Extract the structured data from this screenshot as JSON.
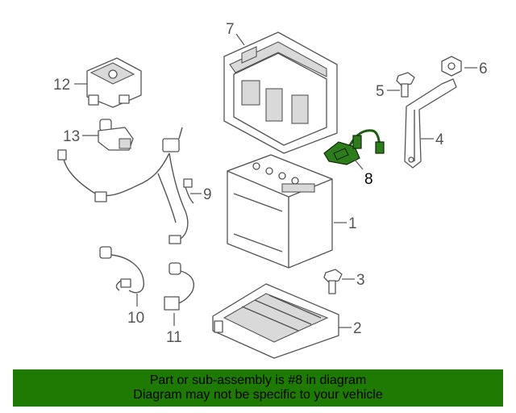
{
  "callouts": {
    "c1": "1",
    "c2": "2",
    "c3": "3",
    "c4": "4",
    "c5": "5",
    "c6": "6",
    "c7": "7",
    "c8": "8",
    "c9": "9",
    "c10": "10",
    "c11": "11",
    "c12": "12",
    "c13": "13"
  },
  "highlight_part": "8",
  "colors": {
    "highlight": "#2e7d1c",
    "banner": "#1f7a03",
    "lines": "#555555"
  },
  "banner": {
    "line1": "Part or sub-assembly is #8 in diagram",
    "line2": "Diagram may not be specific to your vehicle"
  }
}
